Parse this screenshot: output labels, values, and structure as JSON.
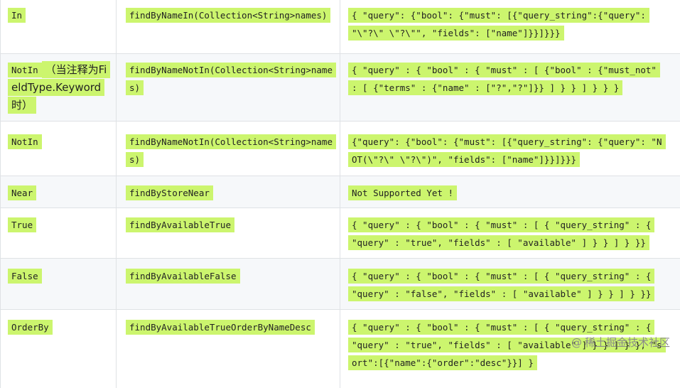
{
  "rows": [
    {
      "keyword": "In",
      "keyword_note": "",
      "method": "findByNameIn(Collection<String>names)",
      "query": "{ \"query\": {\"bool\": {\"must\": [{\"query_string\":{\"query\": \"\\\"?\\\" \\\"?\\\"\", \"fields\": [\"name\"]}}]}}}"
    },
    {
      "keyword": "NotIn",
      "keyword_note": "（当注释为FieldType.Keyword时）",
      "method": "findByNameNotIn(Collection<String>names)",
      "query": "{ \"query\" : { \"bool\" : { \"must\" : [ {\"bool\" : {\"must_not\" : [ {\"terms\" : {\"name\" : [\"?\",\"?\"]}} ] } } ] } } }"
    },
    {
      "keyword": "NotIn",
      "keyword_note": "",
      "method": "findByNameNotIn(Collection<String>names)",
      "query": "{\"query\": {\"bool\": {\"must\": [{\"query_string\": {\"query\": \"NOT(\\\"?\\\" \\\"?\\\")\", \"fields\": [\"name\"]}}]}}}"
    },
    {
      "keyword": "Near",
      "keyword_note": "",
      "method": "findByStoreNear",
      "query": "Not Supported Yet !"
    },
    {
      "keyword": "True",
      "keyword_note": "",
      "method": "findByAvailableTrue",
      "query": "{ \"query\" : { \"bool\" : { \"must\" : [ { \"query_string\" : { \"query\" : \"true\", \"fields\" : [ \"available\" ] } } ] } }}"
    },
    {
      "keyword": "False",
      "keyword_note": "",
      "method": "findByAvailableFalse",
      "query": "{ \"query\" : { \"bool\" : { \"must\" : [ { \"query_string\" : { \"query\" : \"false\", \"fields\" : [ \"available\" ] } } ] } }}"
    },
    {
      "keyword": "OrderBy",
      "keyword_note": "",
      "method": "findByAvailableTrueOrderByNameDesc",
      "query": "{ \"query\" : { \"bool\" : { \"must\" : [ { \"query_string\" : { \"query\" : \"true\", \"fields\" : [ \"available\" ] } } ] } }, \"sort\":[{\"name\":{\"order\":\"desc\"}}] }"
    }
  ],
  "watermark": {
    "icon": "at-icon",
    "text": "稀土掘金技术社区"
  },
  "colors": {
    "highlight": "#ccf56e",
    "row_alt": "#f6f8fa",
    "border": "#dfe2e5"
  }
}
